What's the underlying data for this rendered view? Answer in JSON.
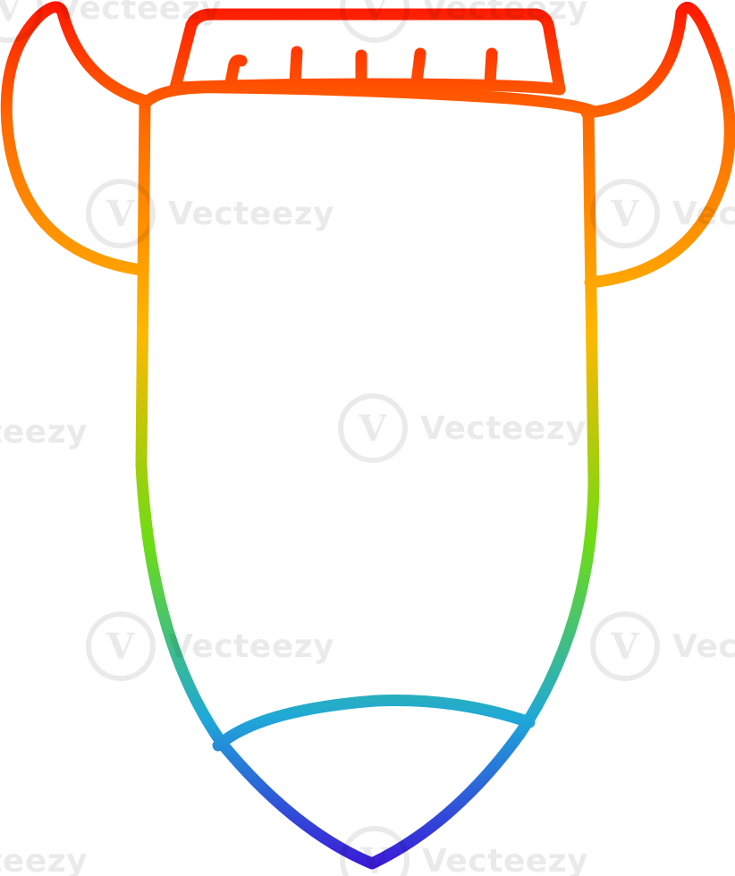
{
  "image": {
    "subject": "shield-with-horns-and-crown",
    "style": "rainbow-gradient-line-art",
    "gradient_colors": [
      "#ff1500",
      "#ff6a00",
      "#ffb800",
      "#6ddc15",
      "#1fa8d8",
      "#3d10d8"
    ],
    "background": "#ffffff"
  },
  "watermark": {
    "brand": "Vecteezy",
    "logo_glyph": "V"
  }
}
